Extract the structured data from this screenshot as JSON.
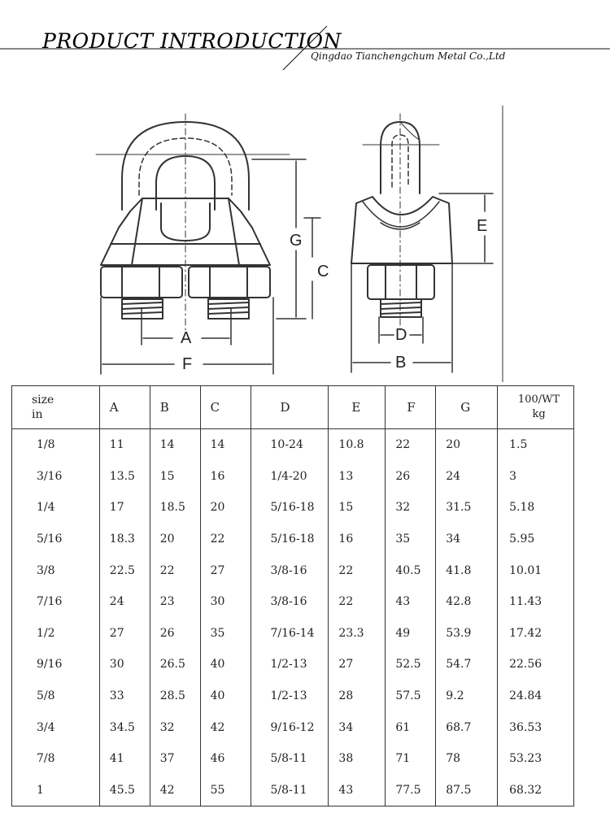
{
  "header": {
    "title": "PRODUCT INTRODUCTION",
    "company": "Qingdao Tianchengchum Metal Co.,Ltd"
  },
  "diagram": {
    "front_labels": {
      "a": "A",
      "f": "F",
      "g": "G",
      "c": "C"
    },
    "side_labels": {
      "d": "D",
      "b": "B",
      "e": "E"
    }
  },
  "table": {
    "headers": {
      "size_line1": "size",
      "size_line2": "in",
      "a": "A",
      "b": "B",
      "c": "C",
      "d": "D",
      "e": "E",
      "f": "F",
      "g": "G",
      "wt_line1": "100/WT",
      "wt_line2": "kg"
    },
    "rows": [
      {
        "size": "1/8",
        "a": "11",
        "b": "14",
        "c": "14",
        "d": "10-24",
        "e": "10.8",
        "f": "22",
        "g": "20",
        "wt": "1.5"
      },
      {
        "size": "3/16",
        "a": "13.5",
        "b": "15",
        "c": "16",
        "d": "1/4-20",
        "e": "13",
        "f": "26",
        "g": "24",
        "wt": "3"
      },
      {
        "size": "1/4",
        "a": "17",
        "b": "18.5",
        "c": "20",
        "d": "5/16-18",
        "e": "15",
        "f": "32",
        "g": "31.5",
        "wt": "5.18"
      },
      {
        "size": "5/16",
        "a": "18.3",
        "b": "20",
        "c": "22",
        "d": "5/16-18",
        "e": "16",
        "f": "35",
        "g": "34",
        "wt": "5.95"
      },
      {
        "size": "3/8",
        "a": "22.5",
        "b": "22",
        "c": "27",
        "d": "3/8-16",
        "e": "22",
        "f": "40.5",
        "g": "41.8",
        "wt": "10.01"
      },
      {
        "size": "7/16",
        "a": "24",
        "b": "23",
        "c": "30",
        "d": "3/8-16",
        "e": "22",
        "f": "43",
        "g": "42.8",
        "wt": "11.43"
      },
      {
        "size": "1/2",
        "a": "27",
        "b": "26",
        "c": "35",
        "d": "7/16-14",
        "e": "23.3",
        "f": "49",
        "g": "53.9",
        "wt": "17.42"
      },
      {
        "size": "9/16",
        "a": "30",
        "b": "26.5",
        "c": "40",
        "d": "1/2-13",
        "e": "27",
        "f": "52.5",
        "g": "54.7",
        "wt": "22.56"
      },
      {
        "size": "5/8",
        "a": "33",
        "b": "28.5",
        "c": "40",
        "d": "1/2-13",
        "e": "28",
        "f": "57.5",
        "g": "9.2",
        "wt": "24.84"
      },
      {
        "size": "3/4",
        "a": "34.5",
        "b": "32",
        "c": "42",
        "d": "9/16-12",
        "e": "34",
        "f": "61",
        "g": "68.7",
        "wt": "36.53"
      },
      {
        "size": "7/8",
        "a": "41",
        "b": "37",
        "c": "46",
        "d": "5/8-11",
        "e": "38",
        "f": "71",
        "g": "78",
        "wt": "53.23"
      },
      {
        "size": "1",
        "a": "45.5",
        "b": "42",
        "c": "55",
        "d": "5/8-11",
        "e": "43",
        "f": "77.5",
        "g": "87.5",
        "wt": "68.32"
      }
    ]
  }
}
